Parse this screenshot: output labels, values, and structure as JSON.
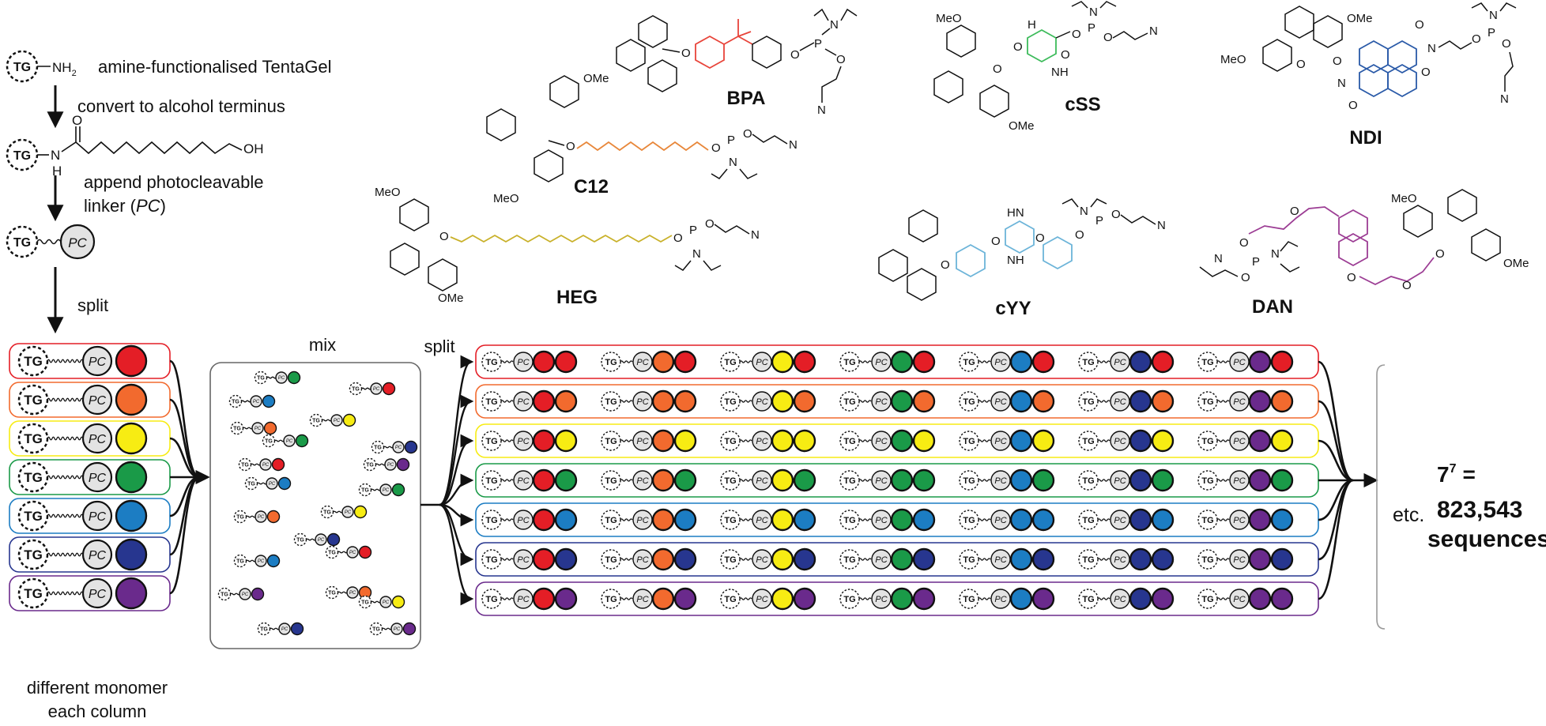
{
  "colors": {
    "red": "#e41e26",
    "orange": "#f26a2e",
    "yellow": "#f7ec13",
    "green": "#1a9a48",
    "blue": "#1c7dc3",
    "navy": "#27368f",
    "purple": "#6a2a8c",
    "bpa": "#e8443a",
    "c12": "#e8873a",
    "css": "#3dbb5b",
    "heg": "#c9b12a",
    "cyy": "#6cb4d9",
    "ndi": "#2a5aa8",
    "dan": "#9c3d94"
  },
  "left": {
    "tg": "TG",
    "nh2": "NH",
    "nh2_sub": "2",
    "step0": "amine-functionalised TentaGel",
    "step1": "convert to alcohol terminus",
    "oh": "OH",
    "n": "N",
    "h": "H",
    "o": "O",
    "step2_line1": "append photocleavable",
    "step2_line2_pre": "linker (",
    "step2_line2_it": "PC",
    "step2_line2_post": ")",
    "pc": "PC",
    "step3": "split",
    "footer_line1": "different monomer",
    "footer_line2": "each column"
  },
  "middle": {
    "mix": "mix",
    "split": "split"
  },
  "monomers": {
    "bpa": "BPA",
    "c12": "C12",
    "css": "cSS",
    "heg": "HEG",
    "cyy": "cYY",
    "ndi": "NDI",
    "dan": "DAN",
    "meo": "MeO",
    "ome": "OMe",
    "p": "P",
    "n": "N",
    "nh": "NH",
    "hn": "HN",
    "h": "H",
    "o": "O"
  },
  "result": {
    "etc": "etc.",
    "base": "7",
    "exp": "7",
    "eq": "=",
    "count": "823,543",
    "sequences": "sequences"
  },
  "first_column_colors": [
    "red",
    "orange",
    "yellow",
    "green",
    "blue",
    "navy",
    "purple"
  ],
  "mix_beads": [
    "green",
    "red",
    "blue",
    "yellow",
    "orange",
    "navy",
    "green",
    "purple",
    "red",
    "blue",
    "green",
    "yellow",
    "orange",
    "navy",
    "blue",
    "red",
    "purple",
    "orange",
    "yellow",
    "navy",
    "purple"
  ]
}
